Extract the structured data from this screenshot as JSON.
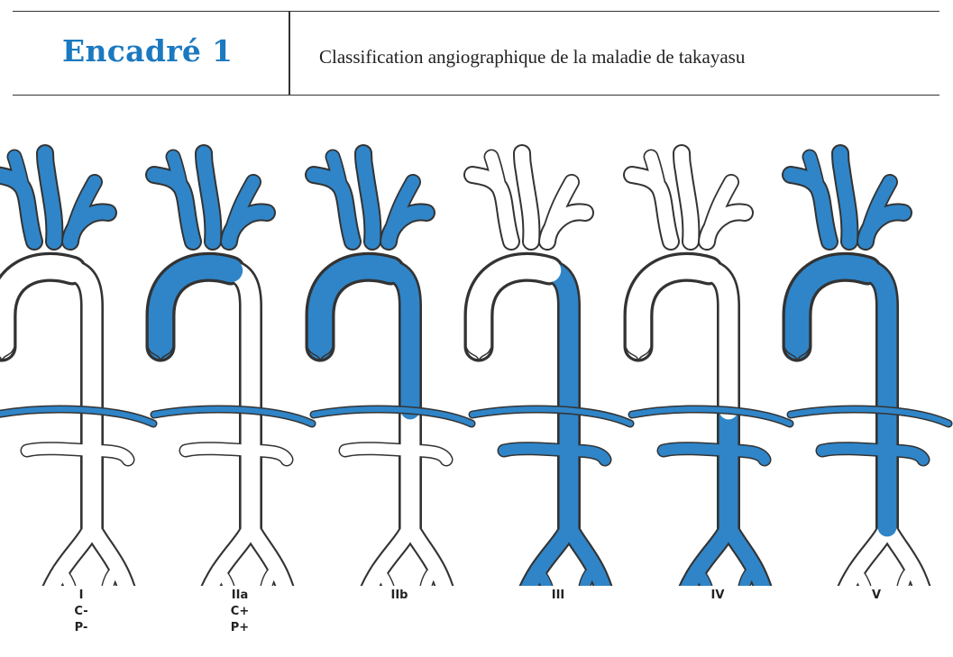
{
  "header": {
    "title": "Encadré 1",
    "caption": "Classification angiographique de la maladie de takayasu"
  },
  "colors": {
    "accent": "#1b79c0",
    "vessel_fill": "#2f85c8",
    "outline": "#333333"
  },
  "diagram": {
    "types": [
      {
        "label": "I",
        "sub": [
          "C-",
          "P-"
        ],
        "affected": [
          "arch_branches"
        ]
      },
      {
        "label": "IIa",
        "sub": [
          "C+",
          "P+"
        ],
        "affected": [
          "arch_branches",
          "ascending_aorta"
        ]
      },
      {
        "label": "IIb",
        "sub": [],
        "affected": [
          "arch_branches",
          "ascending_aorta",
          "thoracic_aorta"
        ]
      },
      {
        "label": "III",
        "sub": [],
        "affected": [
          "thoracic_aorta",
          "abdominal_aorta",
          "renal_arteries",
          "iliac_arteries"
        ]
      },
      {
        "label": "IV",
        "sub": [],
        "affected": [
          "abdominal_aorta",
          "renal_arteries",
          "iliac_arteries"
        ]
      },
      {
        "label": "V",
        "sub": [],
        "affected": [
          "arch_branches",
          "ascending_aorta",
          "thoracic_aorta",
          "abdominal_aorta",
          "renal_arteries"
        ]
      }
    ]
  }
}
